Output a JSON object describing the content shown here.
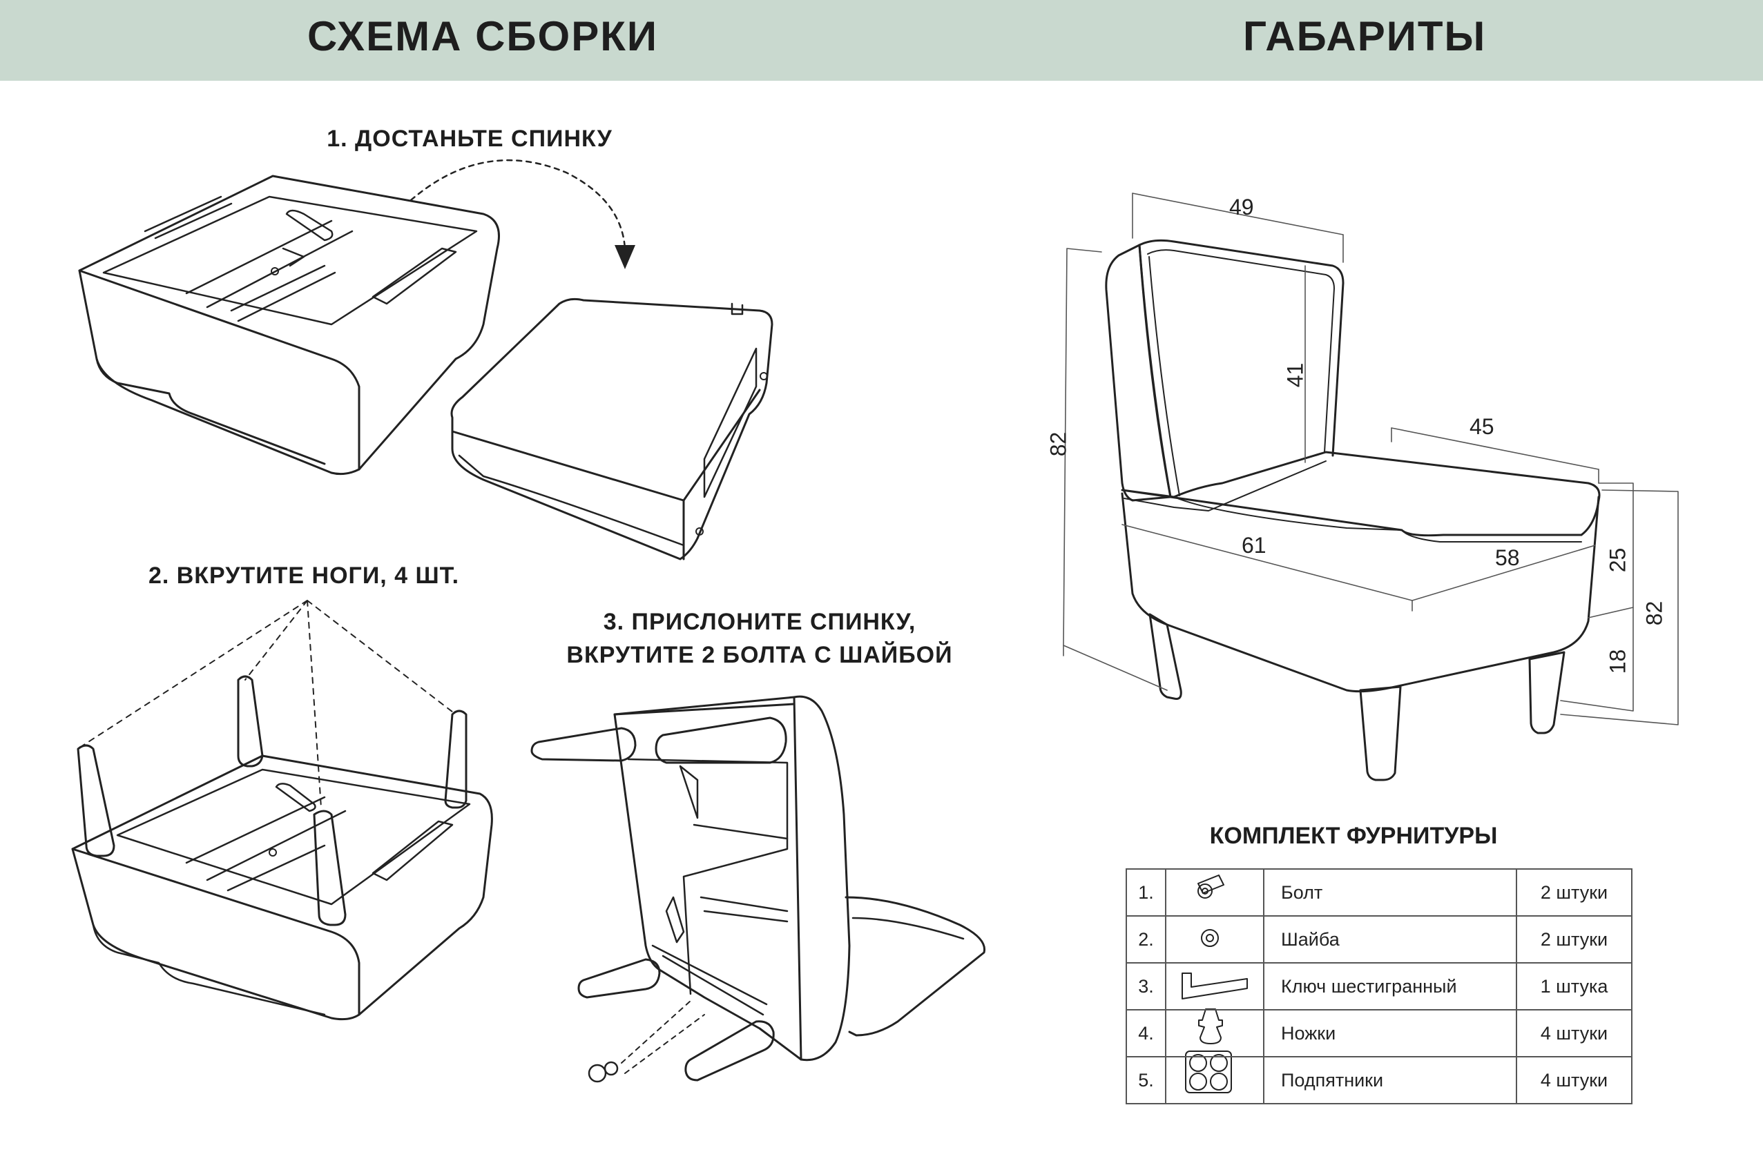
{
  "header": {
    "left_title": "СХЕМА СБОРКИ",
    "right_title": "ГАБАРИТЫ"
  },
  "steps": {
    "step1": "1. ДОСТАНЬТЕ СПИНКУ",
    "step2": "2. ВКРУТИТЕ НОГИ, 4 ШТ.",
    "step3_line1": "3. ПРИСЛОНИТЕ СПИНКУ,",
    "step3_line2": "ВКРУТИТЕ 2 БОЛТА С ШАЙБОЙ"
  },
  "dimensions": {
    "back_width": "49",
    "back_height": "41",
    "seat_depth_top": "45",
    "total_height_left": "82",
    "seat_width": "61",
    "seat_depth": "58",
    "seat_thickness": "25",
    "leg_height": "18",
    "total_height_right": "82"
  },
  "kit": {
    "title": "КОМПЛЕКТ ФУРНИТУРЫ",
    "rows": [
      {
        "num": "1.",
        "icon": "bolt-icon",
        "name": "Болт",
        "qty": "2 штуки"
      },
      {
        "num": "2.",
        "icon": "washer-icon",
        "name": "Шайба",
        "qty": "2 штуки"
      },
      {
        "num": "3.",
        "icon": "hex-key-icon",
        "name": "Ключ шестигранный",
        "qty": "1 штука"
      },
      {
        "num": "4.",
        "icon": "leg-icon",
        "name": "Ножки",
        "qty": "4 штуки"
      },
      {
        "num": "5.",
        "icon": "pads-icon",
        "name": "Подпятники",
        "qty": "4 штуки"
      }
    ]
  }
}
